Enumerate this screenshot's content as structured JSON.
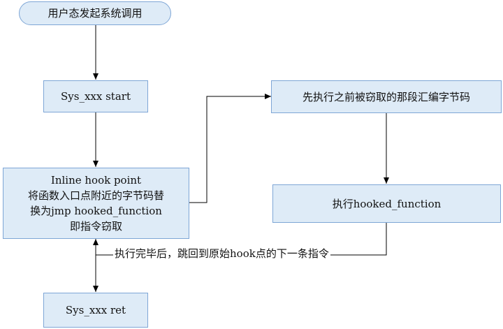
{
  "diagram": {
    "nodes": {
      "start": {
        "text": "用户态发起系统调用"
      },
      "sys_start": {
        "text": "Sys_xxx start"
      },
      "inline_hook": {
        "lines": [
          "Inline hook point",
          "将函数入口点附近的字节码替",
          "换为jmp hooked_function",
          "即指令窃取"
        ]
      },
      "stolen_bytes": {
        "text": "先执行之前被窃取的那段汇编字节码"
      },
      "hooked_function": {
        "text": "执行hooked_function"
      },
      "sys_ret": {
        "text": "Sys_xxx ret"
      }
    },
    "edge_label": "执行完毕后，跳回到原始hook点的下一条指令",
    "colors": {
      "node_fill": "#deebf7",
      "node_border": "#7ea6d6",
      "connector": "#000000"
    }
  }
}
